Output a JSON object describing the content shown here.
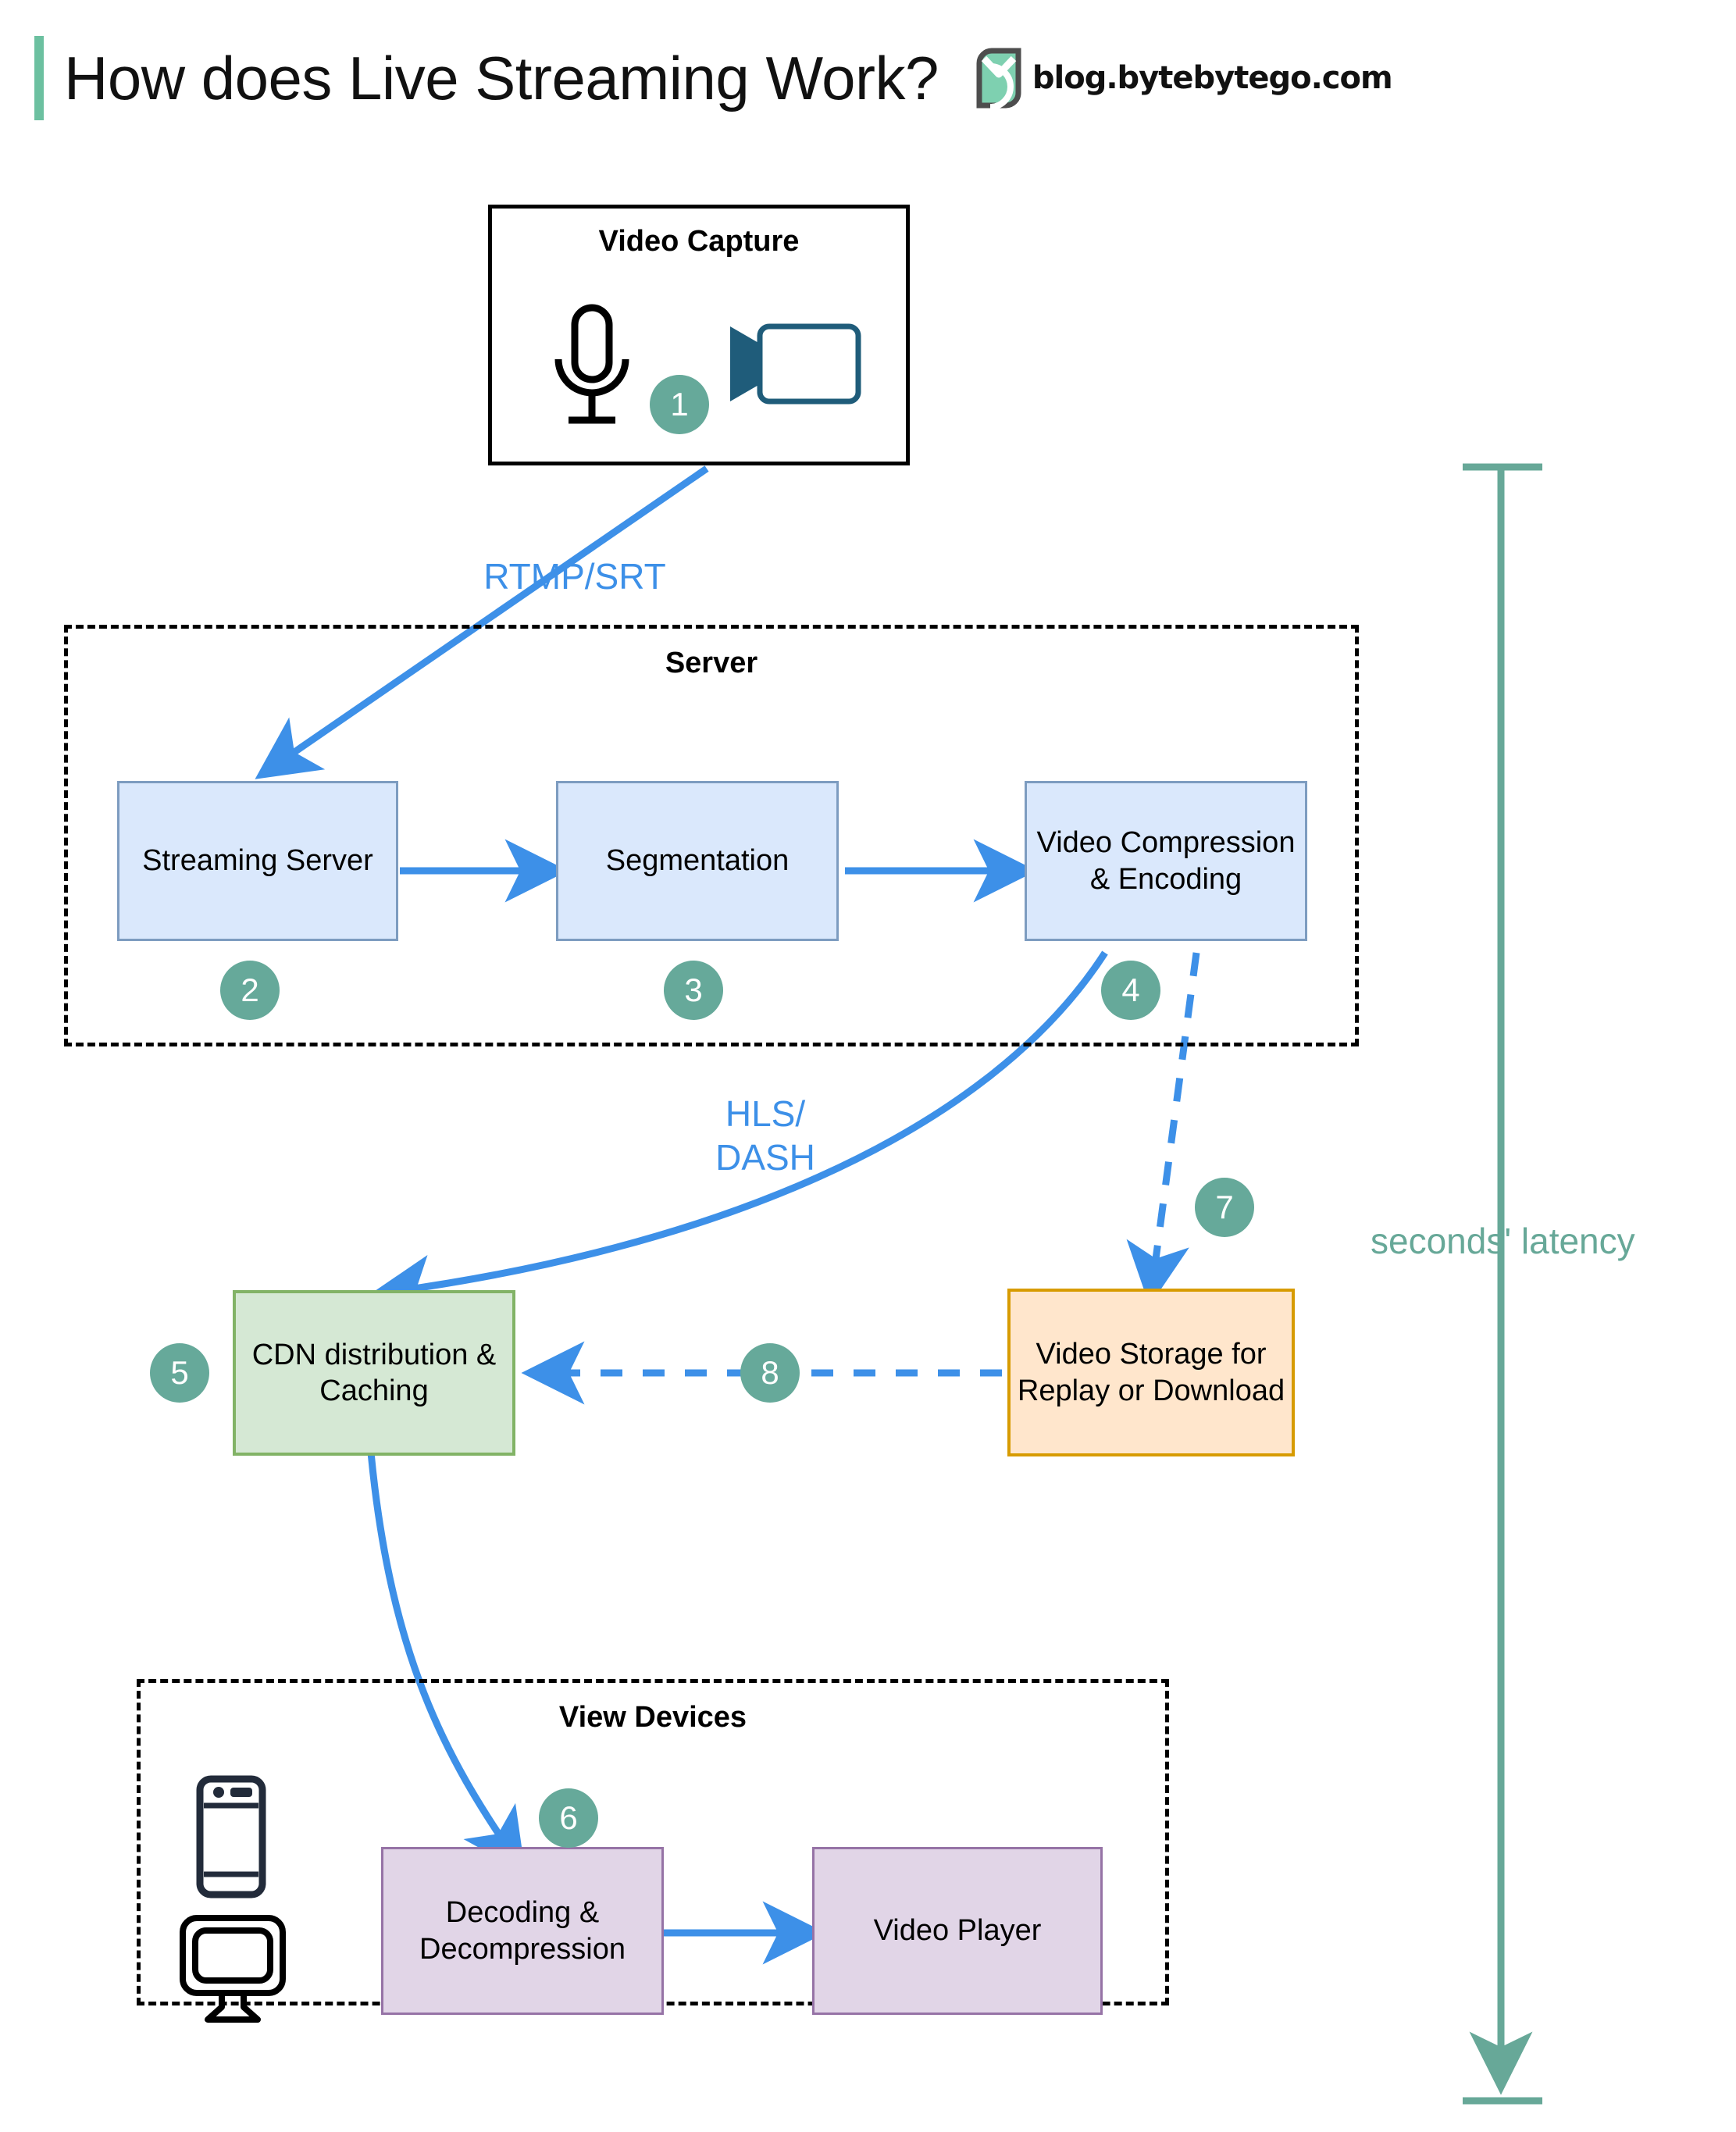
{
  "header": {
    "title": "How does Live Streaming Work?",
    "brand_text": "blog.bytebytego.com",
    "accent_color": "#6cc0a0"
  },
  "capture_group": {
    "label": "Video Capture",
    "icons": [
      "microphone-icon",
      "video-camera-icon"
    ],
    "badge": "1"
  },
  "server_group": {
    "label": "Server",
    "nodes": [
      {
        "label": "Streaming Server",
        "badge": "2",
        "color": "#dae8fc"
      },
      {
        "label": "Segmentation",
        "badge": "3",
        "color": "#dae8fc"
      },
      {
        "label": "Video Compression & Encoding",
        "badge": "4",
        "color": "#dae8fc"
      }
    ]
  },
  "cdn": {
    "label": "CDN distribution & Caching",
    "badge": "5",
    "color": "#d5e8d4"
  },
  "storage": {
    "label": "Video Storage for Replay or Download",
    "badge": "7",
    "color": "#ffe6cc"
  },
  "storage_to_cdn_badge": "8",
  "view_devices_group": {
    "label": "View Devices",
    "icons": [
      "smartphone-icon",
      "desktop-monitor-icon"
    ],
    "nodes": [
      {
        "label": "Decoding & Decompression",
        "badge": "6",
        "color": "#e1d5e7"
      },
      {
        "label": "Video Player",
        "badge": "",
        "color": "#e1d5e7"
      }
    ]
  },
  "edge_labels": {
    "capture_to_server": "RTMP/SRT",
    "encoding_to_cdn_line1": "HLS/",
    "encoding_to_cdn_line2": "DASH"
  },
  "latency": {
    "label": "seconds' latency",
    "color": "#67a898"
  },
  "colors": {
    "arrow_blue": "#3d90e8",
    "badge_teal": "#66a99a",
    "blue_fill": "#dae8fc",
    "blue_stroke": "#7d9cc0",
    "green_fill": "#d5e8d4",
    "green_stroke": "#82b366",
    "orange_fill": "#ffe6cc",
    "orange_stroke": "#d79b00",
    "purple_fill": "#e1d5e7",
    "purple_stroke": "#9673a6"
  }
}
